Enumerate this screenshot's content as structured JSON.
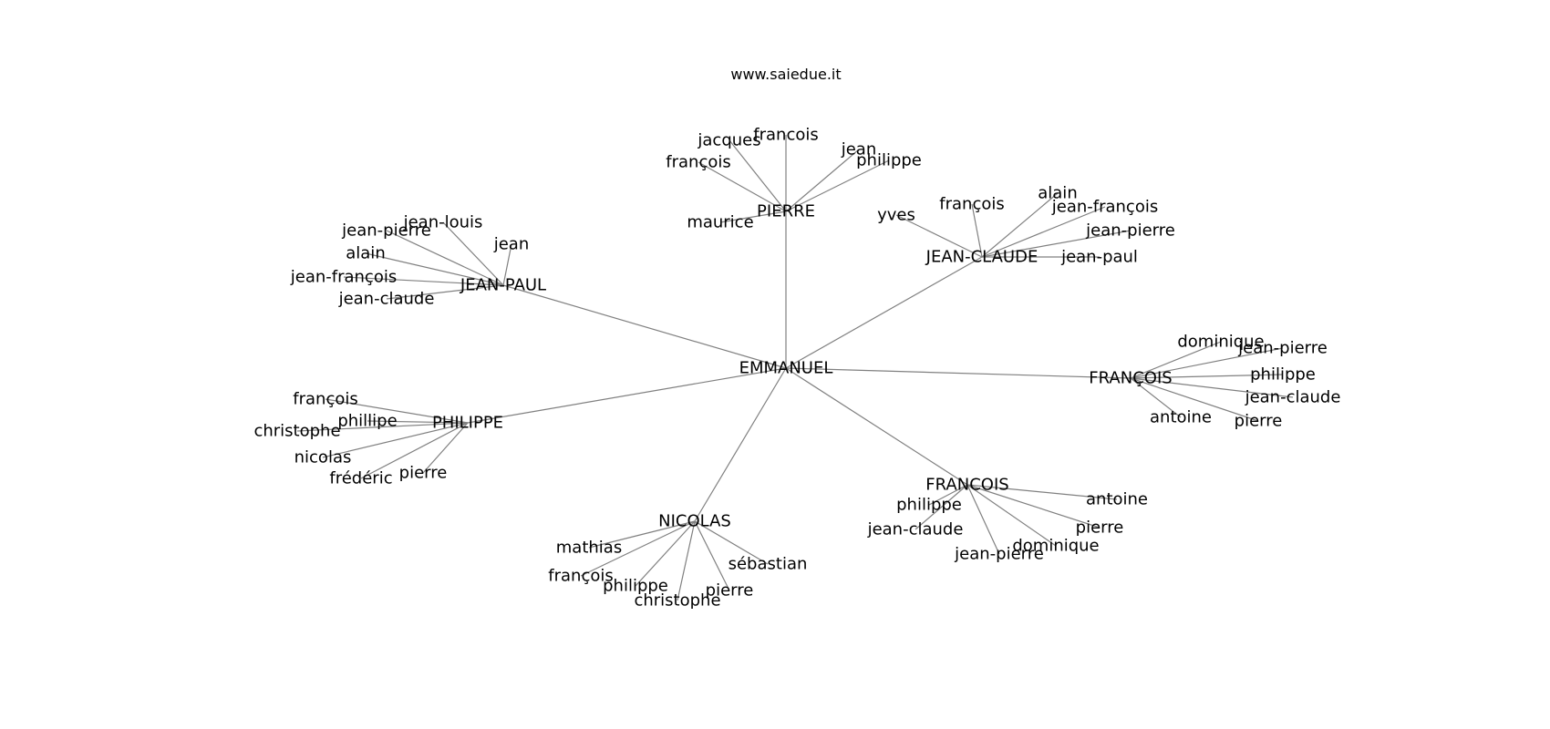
{
  "title": "www.saiedue.it",
  "colors": {
    "edge": "#808080",
    "text": "#000000",
    "background": "#ffffff"
  },
  "graph": {
    "center": "EMMANUEL",
    "groups": [
      {
        "id": "pierre",
        "label": "PIERRE",
        "children": [
          "francois",
          "jacques",
          "jean",
          "philippe",
          "françois",
          "maurice"
        ]
      },
      {
        "id": "jean-claude",
        "label": "JEAN-CLAUDE",
        "children": [
          "alain",
          "françois",
          "jean-françois",
          "yves",
          "jean-pierre",
          "jean-paul"
        ]
      },
      {
        "id": "jean-paul",
        "label": "JEAN-PAUL",
        "children": [
          "jean-louis",
          "jean-pierre",
          "jean",
          "alain",
          "jean-françois",
          "jean-claude"
        ]
      },
      {
        "id": "francois-right",
        "label": "FRANÇOIS",
        "children": [
          "dominique",
          "jean-pierre",
          "philippe",
          "jean-claude",
          "antoine",
          "pierre"
        ]
      },
      {
        "id": "philippe",
        "label": "PHILIPPE",
        "children": [
          "françois",
          "phillipe",
          "christophe",
          "nicolas",
          "frédéric",
          "pierre"
        ]
      },
      {
        "id": "francois-bottom",
        "label": "FRANCOIS",
        "children": [
          "philippe",
          "antoine",
          "jean-claude",
          "pierre",
          "dominique",
          "jean-pierre"
        ]
      },
      {
        "id": "nicolas",
        "label": "NICOLAS",
        "children": [
          "mathias",
          "sébastian",
          "françois",
          "philippe",
          "pierre",
          "christophe"
        ]
      }
    ]
  }
}
